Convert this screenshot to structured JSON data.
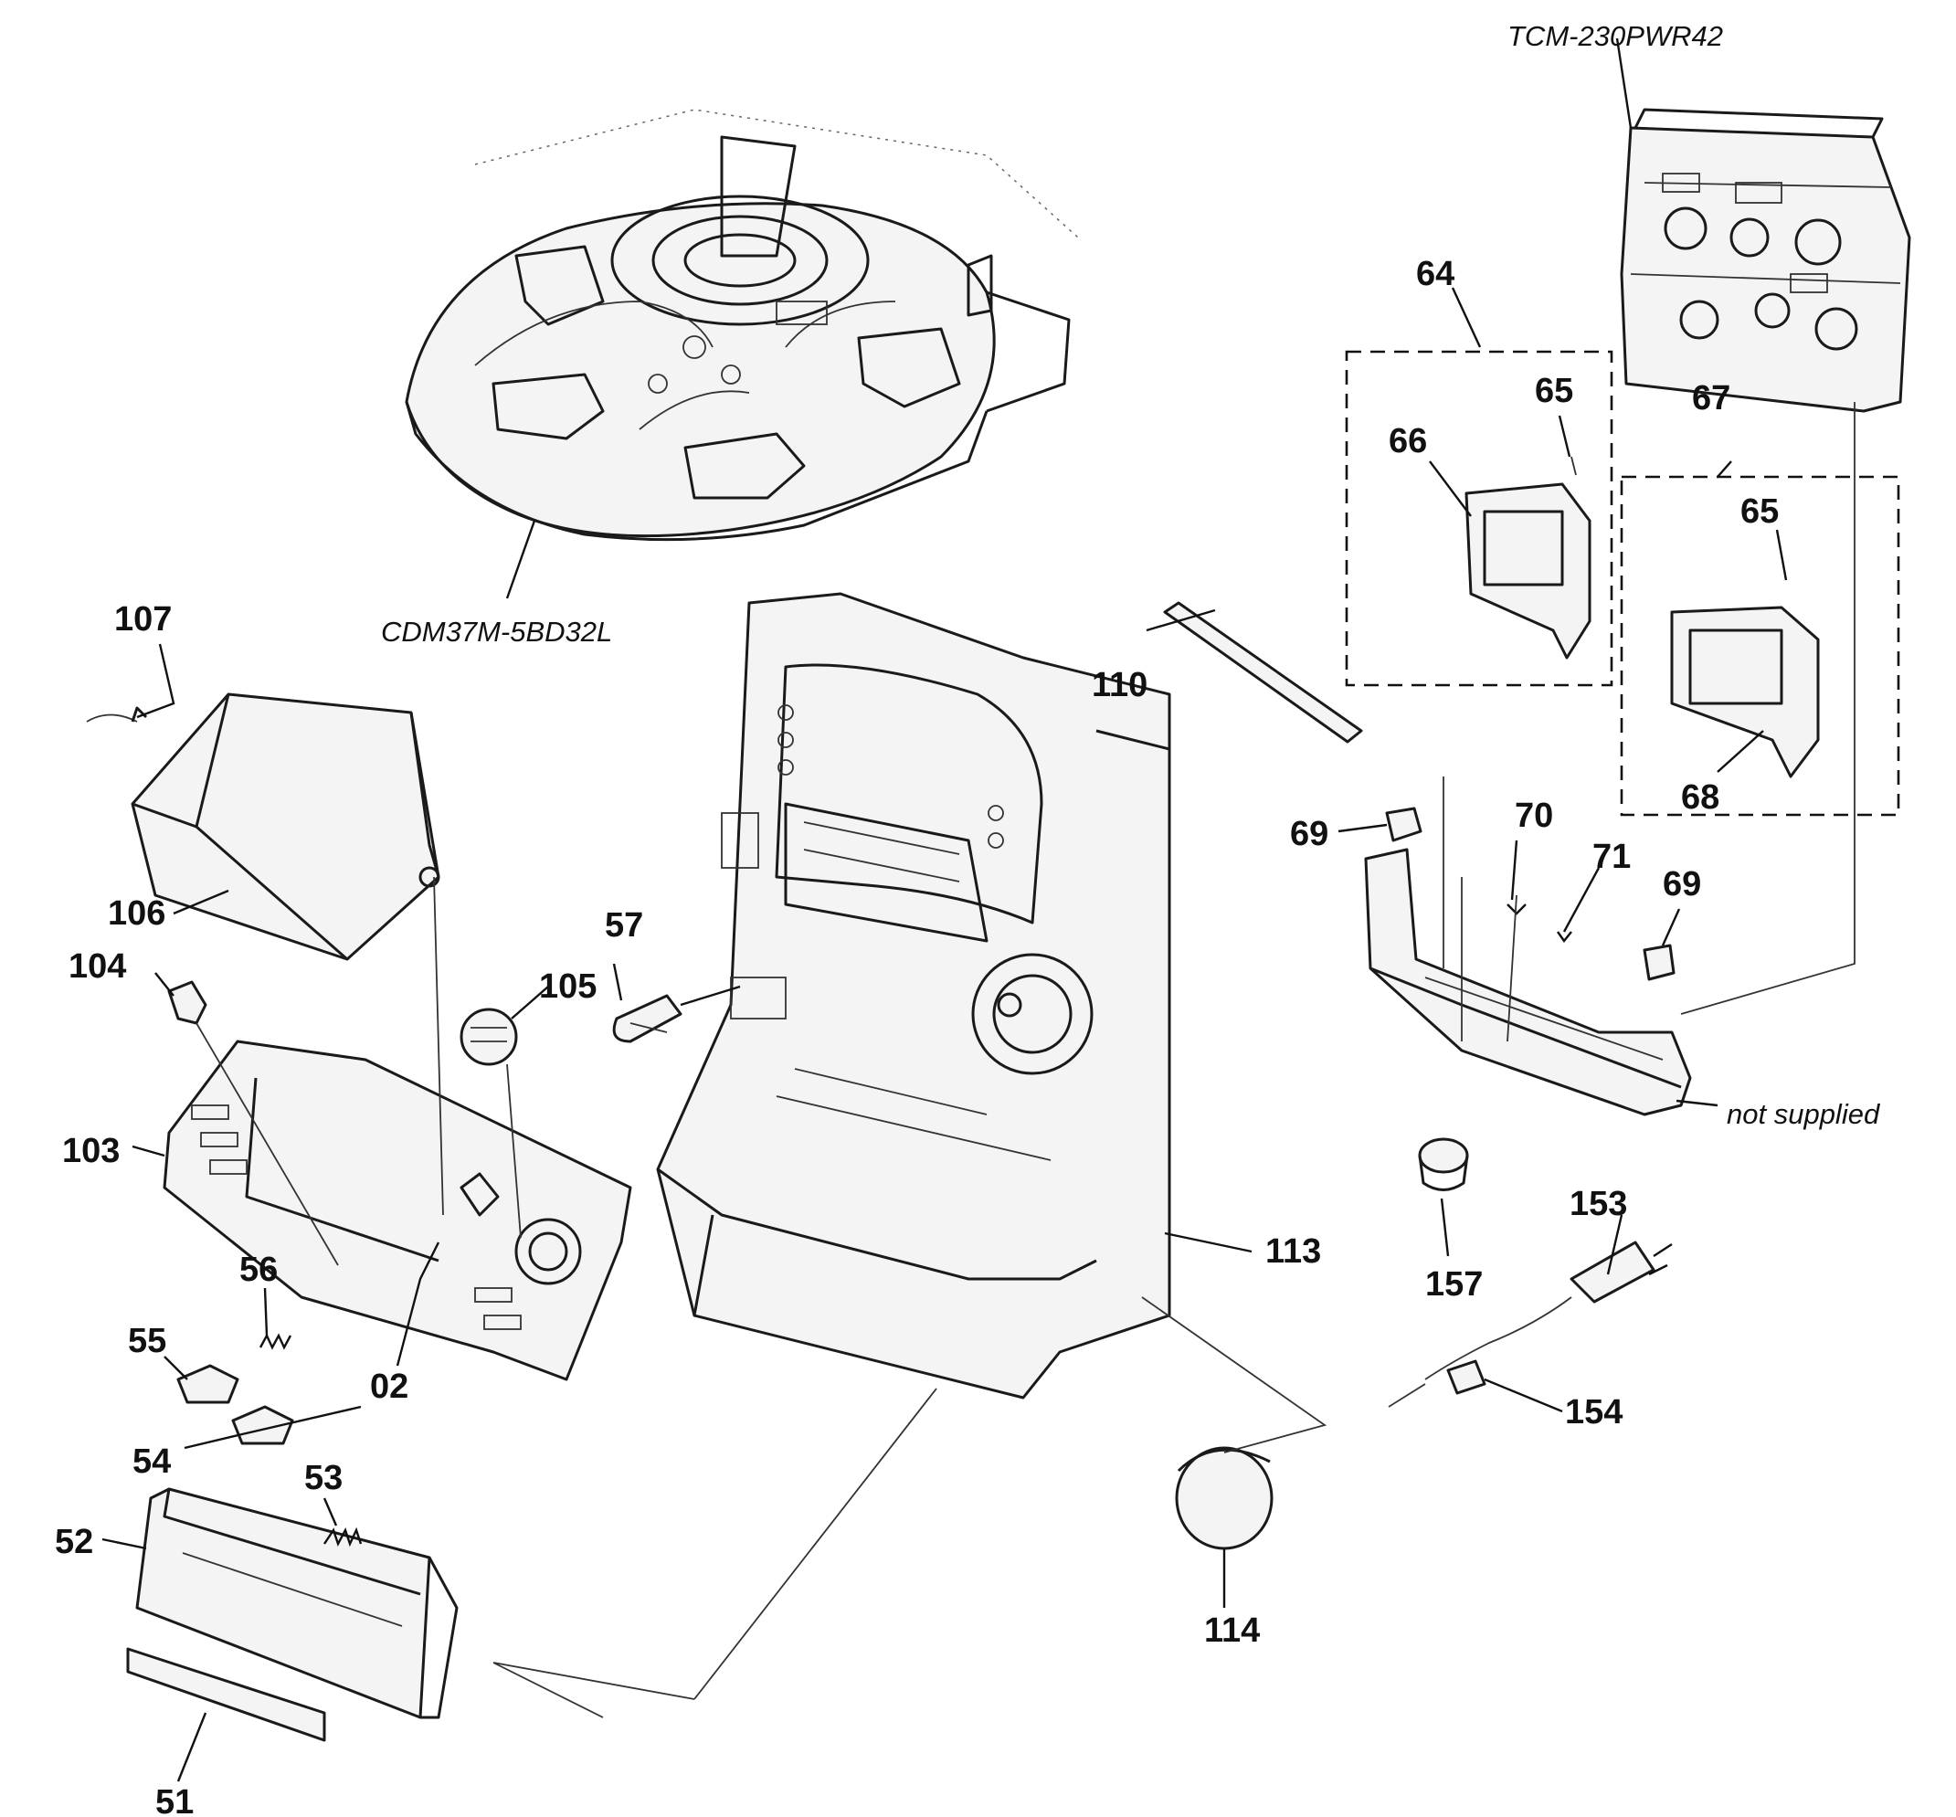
{
  "callouts": {
    "tcm": "TCM-230PWR42",
    "cdm": "CDM37M-5BD32L",
    "not_supplied": "not supplied",
    "n51": "51",
    "n52": "52",
    "n53": "53",
    "n54": "54",
    "n55": "55",
    "n56": "56",
    "n02": "02",
    "n57": "57",
    "n64": "64",
    "n65a": "65",
    "n65b": "65",
    "n66": "66",
    "n67": "67",
    "n68": "68",
    "n69a": "69",
    "n69b": "69",
    "n70": "70",
    "n71": "71",
    "n103": "103",
    "n104": "104",
    "n105": "105",
    "n106": "106",
    "n107": "107",
    "n110": "110",
    "n113": "113",
    "n114": "114",
    "n153": "153",
    "n154": "154",
    "n157": "157"
  }
}
